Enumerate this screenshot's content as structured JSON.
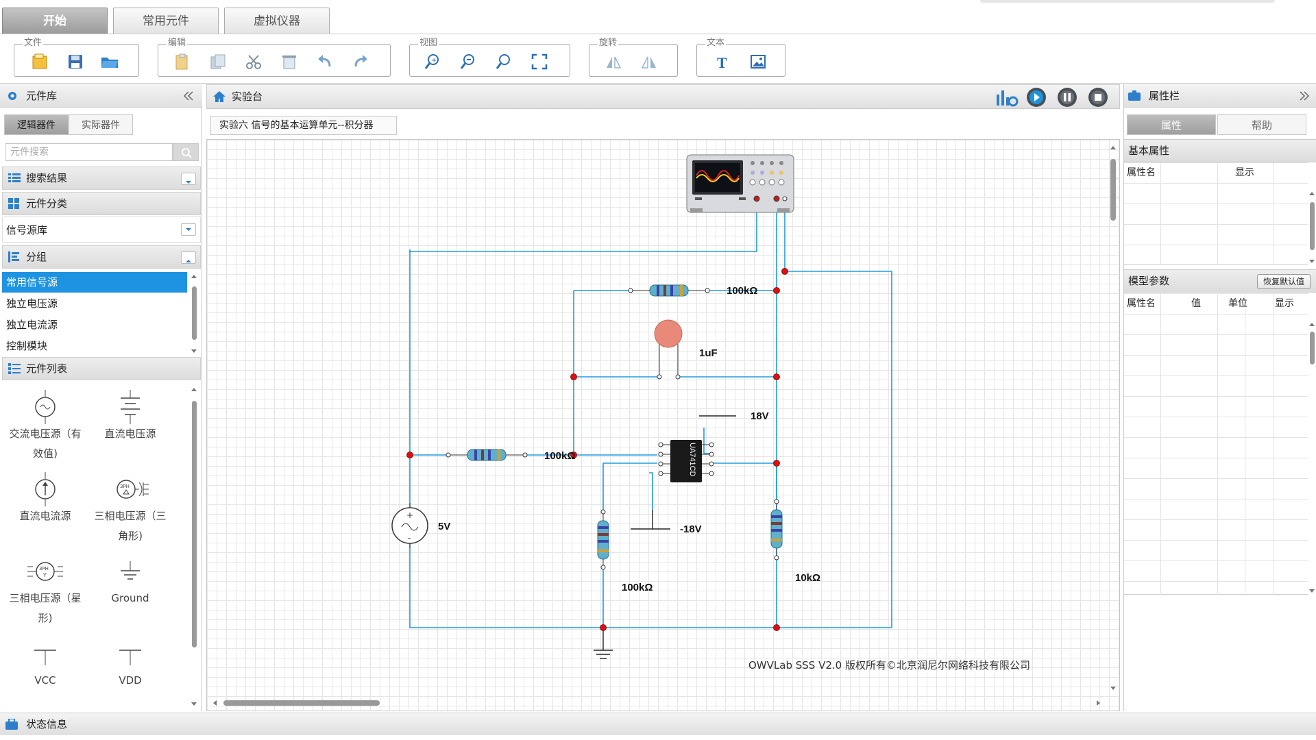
{
  "ribbon": {
    "tabs": [
      "开始",
      "常用元件",
      "虚拟仪器"
    ]
  },
  "toolbar": {
    "groups": [
      {
        "label": "文件",
        "icons": [
          "new-file-icon",
          "save-icon",
          "open-folder-icon"
        ]
      },
      {
        "label": "编辑",
        "icons": [
          "paste-icon",
          "copy-icon",
          "cut-icon",
          "delete-icon",
          "undo-icon",
          "redo-icon"
        ]
      },
      {
        "label": "视图",
        "icons": [
          "zoom-in-icon",
          "zoom-out-icon",
          "zoom-reset-icon",
          "fit-view-icon"
        ]
      },
      {
        "label": "旋转",
        "icons": [
          "flip-horizontal-icon",
          "flip-vertical-icon"
        ]
      },
      {
        "label": "文本",
        "icons": [
          "text-icon",
          "image-icon"
        ]
      }
    ]
  },
  "left_panel": {
    "title": "元件库",
    "tabs": [
      "逻辑器件",
      "实际器件"
    ],
    "search_placeholder": "元件搜索",
    "section_search_results": "搜索结果",
    "section_categories": "元件分类",
    "category_selected": "信号源库",
    "section_groups": "分组",
    "groups": [
      "常用信号源",
      "独立电压源",
      "独立电流源",
      "控制模块"
    ],
    "section_component_list": "元件列表",
    "components": [
      {
        "label_line1": "交流电压源（有",
        "label_line2": "效值)"
      },
      {
        "label_line1": "直流电压源",
        "label_line2": ""
      },
      {
        "label_line1": "直流电流源",
        "label_line2": ""
      },
      {
        "label_line1": "三相电压源（三",
        "label_line2": "角形)"
      },
      {
        "label_line1": "三相电压源（星",
        "label_line2": "形)"
      },
      {
        "label_line1": "Ground",
        "label_line2": ""
      },
      {
        "label_line1": "VCC",
        "label_line2": ""
      },
      {
        "label_line1": "VDD",
        "label_line2": ""
      }
    ]
  },
  "center": {
    "title": "实验台",
    "document_tab": "实验六 信号的基本运算单元--积分器",
    "copyright": "OWVLab SSS V2.0 版权所有©北京润尼尔网络科技有限公司",
    "circuit_labels": {
      "r_feedback": "100kΩ",
      "capacitor": "1uF",
      "r_input": "100kΩ",
      "vplus": "18V",
      "vminus": "-18V",
      "source": "5V",
      "r_ground": "100kΩ",
      "r_right": "10kΩ",
      "opamp": "UA741CD"
    }
  },
  "right_panel": {
    "title": "属性栏",
    "tabs": [
      "属性",
      "帮助"
    ],
    "basic_section": "基本属性",
    "basic_columns": [
      "属性名",
      "显示"
    ],
    "model_section": "模型参数",
    "restore_button": "恢复默认值",
    "model_columns": [
      "属性名",
      "值",
      "单位",
      "显示"
    ]
  },
  "status": {
    "title": "状态信息"
  },
  "colors": {
    "wire": "#1e9be0",
    "node": "#e01010",
    "selection": "#1e93e1"
  }
}
